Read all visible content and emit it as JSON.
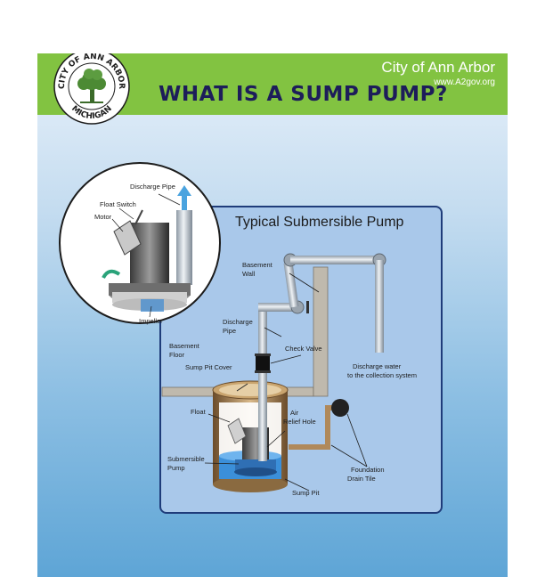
{
  "header": {
    "title": "WHAT IS A SUMP PUMP?",
    "org_name": "City of Ann Arbor",
    "org_url": "www.A2gov.org"
  },
  "seal": {
    "top_text": "CITY OF ANN ARBOR",
    "bottom_text": "MICHIGAN",
    "icon": "oak-tree-seal"
  },
  "diagram": {
    "title": "Typical Submersible Pump",
    "labels": {
      "basement_wall": [
        "Basement",
        "Wall"
      ],
      "discharge_pipe": [
        "Discharge",
        "Pipe"
      ],
      "check_valve": "Check Valve",
      "basement_floor": [
        "Basement",
        "Floor"
      ],
      "sump_pit_cover": "Sump Pit Cover",
      "discharge_water": [
        "Discharge water",
        "to the collection system"
      ],
      "float": "Float",
      "air_relief_hole": [
        "Air",
        "Relief Hole"
      ],
      "submersible_pump": [
        "Submersible",
        "Pump"
      ],
      "sump_pit": "Sump Pit",
      "foundation_drain_tile": [
        "Foundation",
        "Drain Tile"
      ]
    },
    "inset_labels": {
      "discharge_pipe": "Discharge Pipe",
      "float_switch": "Float Switch",
      "motor": "Motor",
      "impeller": "Impeller"
    }
  },
  "colors": {
    "banner_green": "#82c341",
    "title_navy": "#1d1d5a",
    "panel_blue": "#a9c8ea",
    "water_blue": "#3b8fd9"
  }
}
